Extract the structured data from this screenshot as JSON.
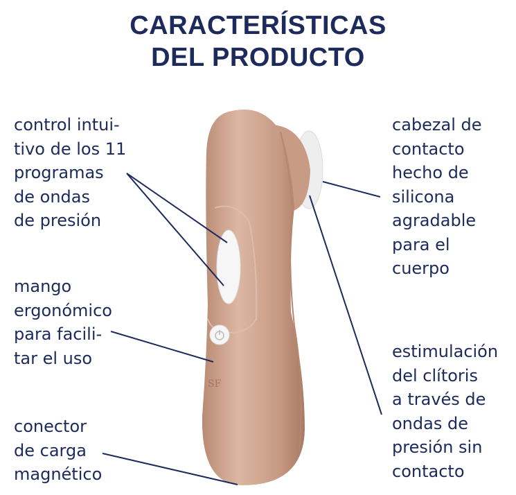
{
  "title": {
    "line1": "CARACTERÍSTICAS",
    "line2": "DEL PRODUCTO"
  },
  "features_left": [
    {
      "lines": [
        "control intui-",
        "tivo de los 11",
        "programas",
        "de ondas",
        "de presión"
      ]
    },
    {
      "lines": [
        "mango",
        "ergonómico",
        "para facili-",
        "tar el uso"
      ]
    },
    {
      "lines": [
        "conector",
        "de carga",
        "magnético"
      ]
    }
  ],
  "features_right": [
    {
      "lines": [
        "cabezal de",
        "contacto",
        "hecho de",
        "silicona",
        "agradable",
        "para el",
        "cuerpo"
      ]
    },
    {
      "lines": [
        "estimulación",
        "del clítoris",
        "a través de",
        "ondas de",
        "presión sin",
        "contacto"
      ]
    }
  ],
  "colors": {
    "text": "#1c2a5c",
    "product": "#c99d86",
    "accent_white": "#f4f4f4"
  }
}
